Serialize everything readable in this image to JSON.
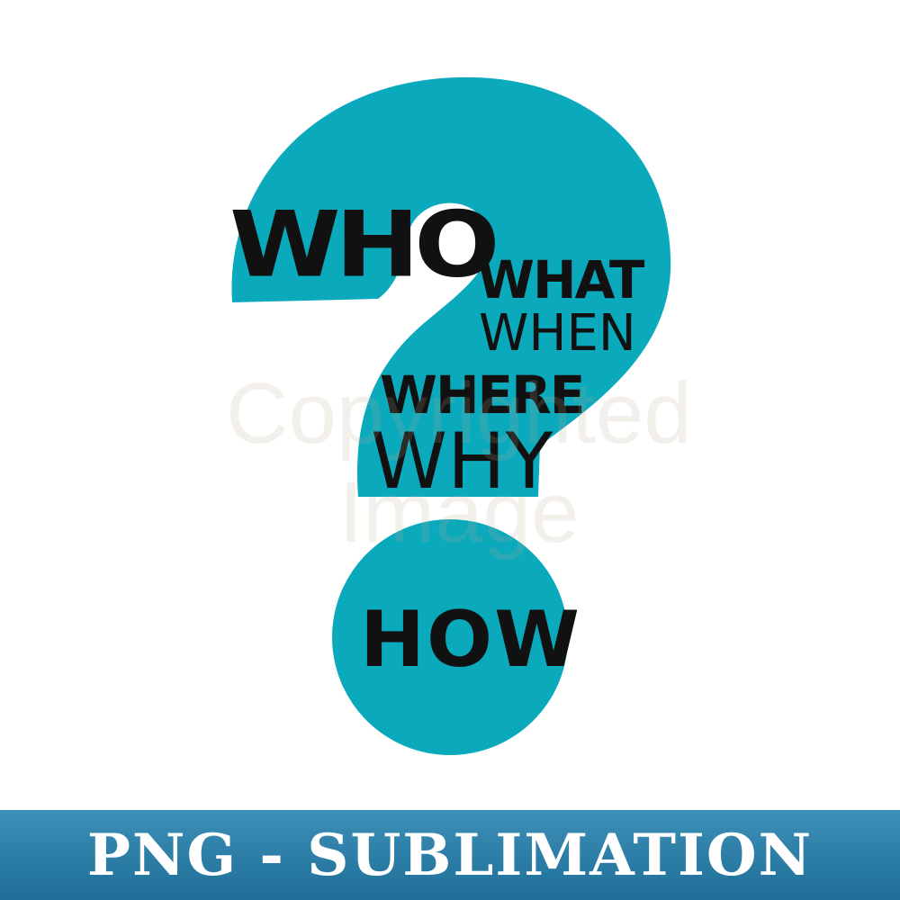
{
  "artwork": {
    "words": {
      "who": "WHO",
      "what": "WHAT",
      "when": "WHEN",
      "where": "WHERE",
      "why": "WHY",
      "how": "HOW"
    },
    "colors": {
      "question_mark": "#0aa9bc",
      "text": "#111111",
      "background": "#ffffff"
    }
  },
  "watermark": {
    "text": "Copyrighted Image"
  },
  "banner": {
    "text": "PNG - SUBLIMATION",
    "colors": {
      "top": "#3c8fb6",
      "bottom": "#1f6f99",
      "text": "#ffffff"
    }
  }
}
